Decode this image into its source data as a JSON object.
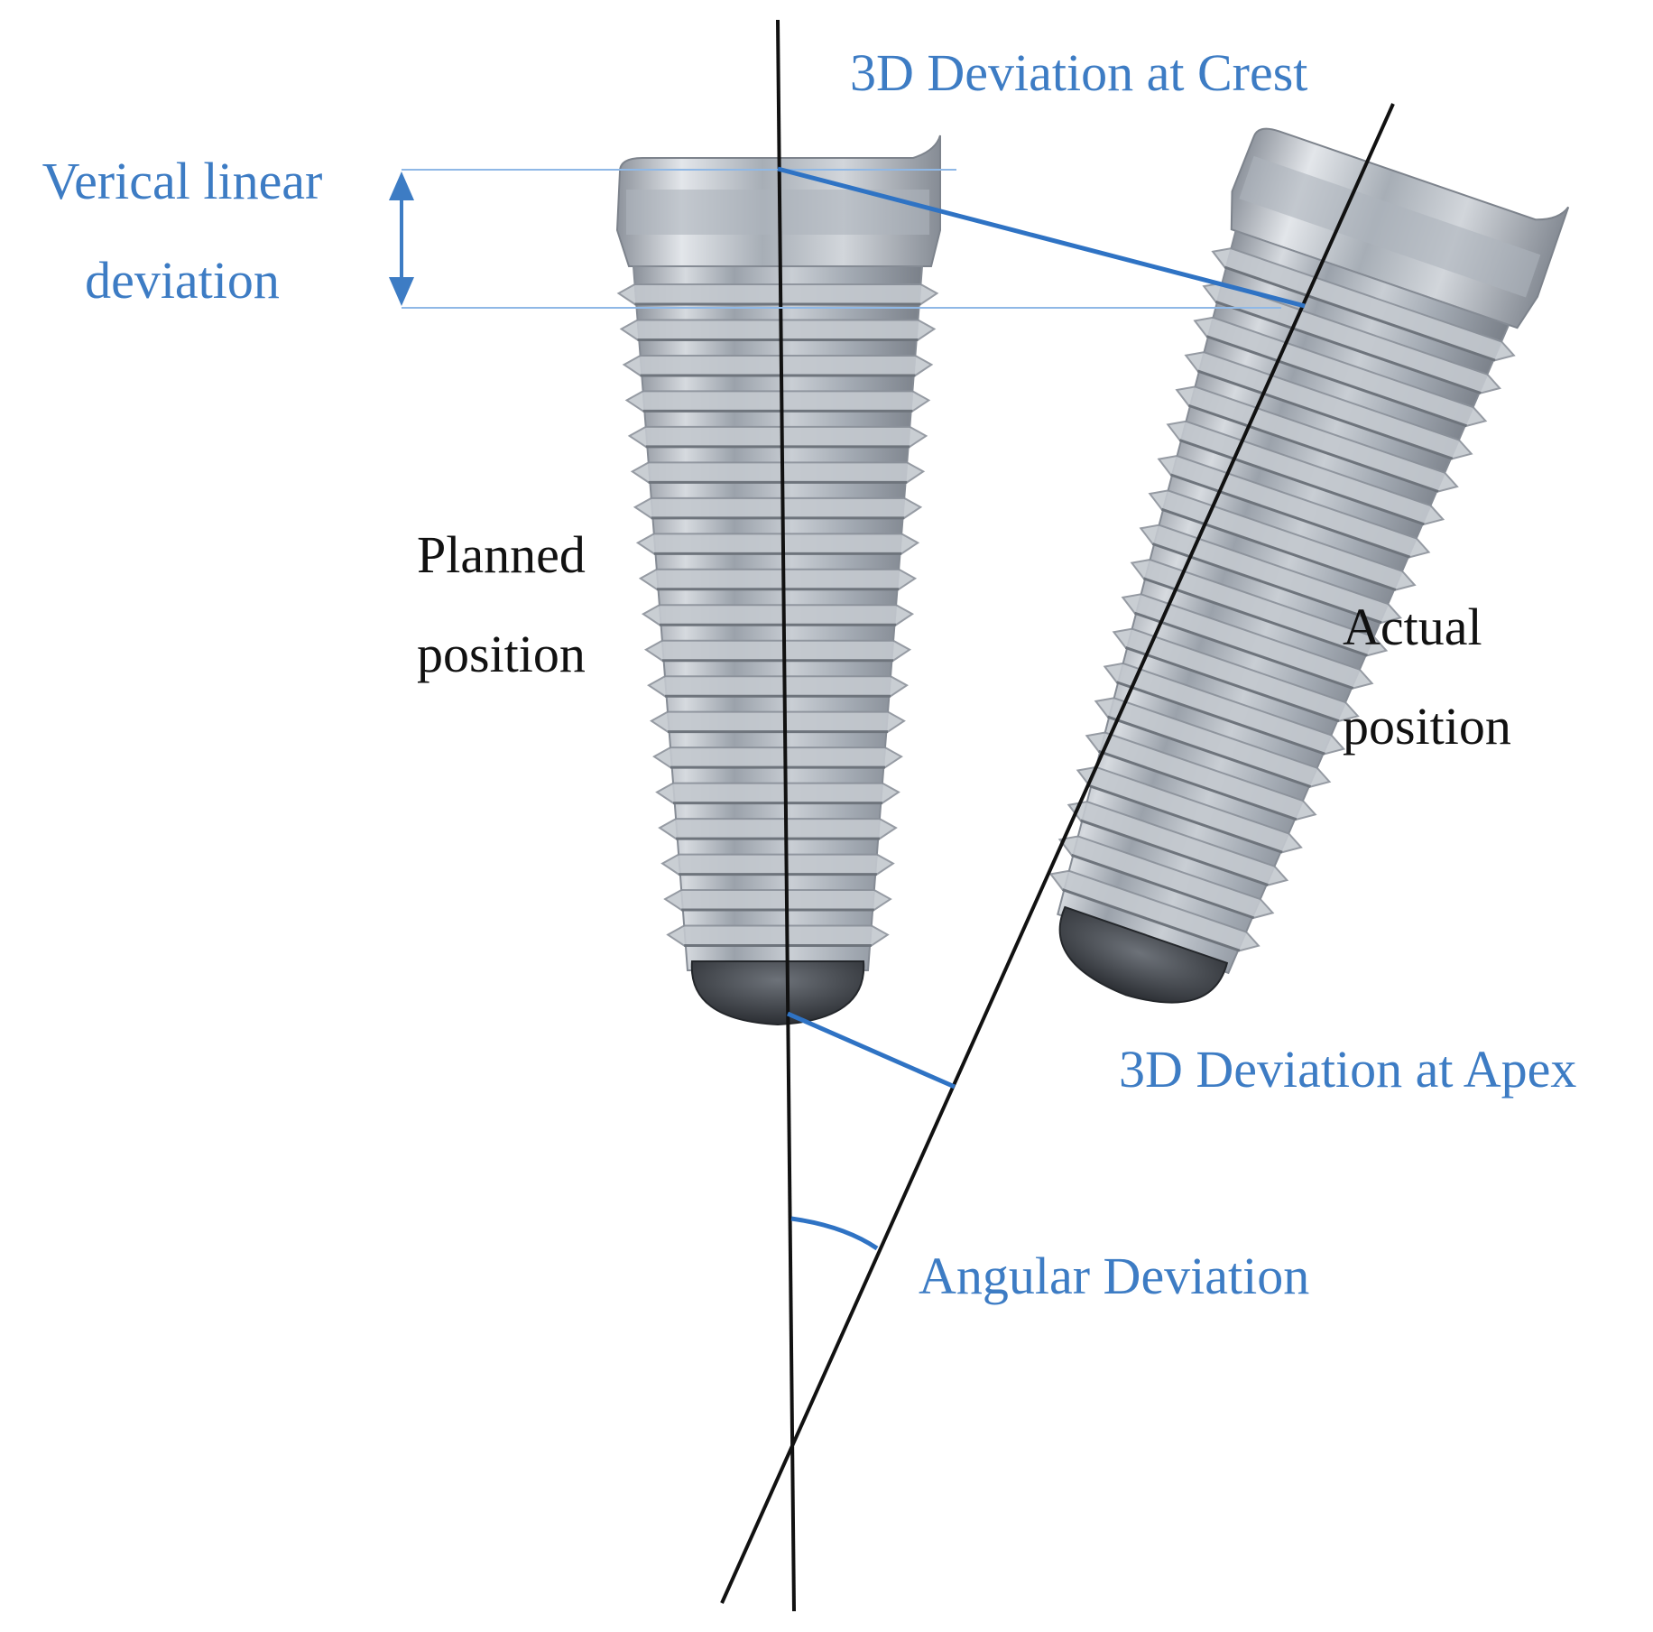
{
  "labels": {
    "vertical_linear_deviation": [
      "Verical linear",
      "deviation"
    ],
    "crest": "3D Deviation at Crest",
    "planned_position": [
      "Planned",
      "position"
    ],
    "actual_position": [
      "Actual",
      "position"
    ],
    "apex": "3D Deviation at Apex",
    "angular": "Angular Deviation"
  },
  "colors": {
    "annotation": "#3d7cc4",
    "axis": "#111111",
    "implant_metal": "#b8bec6",
    "implant_tip": "#3a3d42"
  }
}
